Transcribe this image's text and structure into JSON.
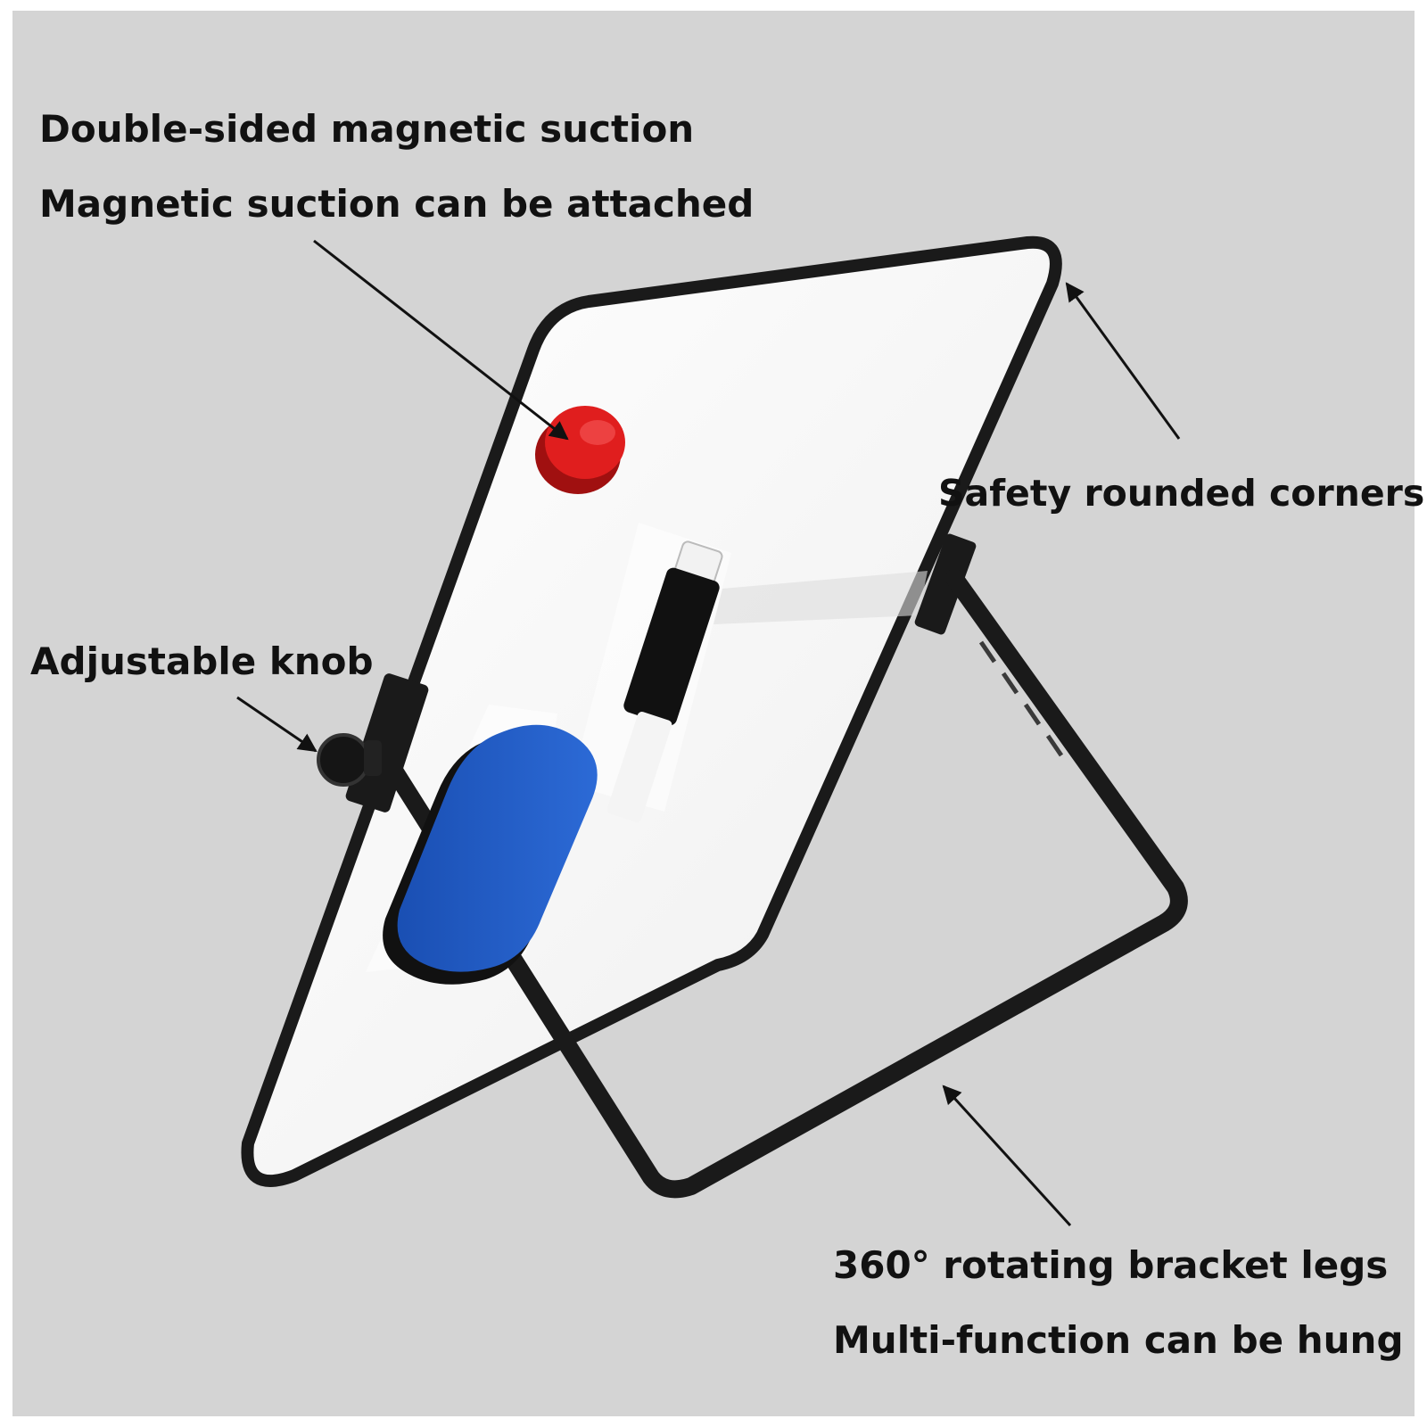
{
  "labels": {
    "magnetic_title": "Double-sided magnetic suction",
    "magnetic_sub": "Magnetic suction can be attached",
    "corners": "Safety rounded corners",
    "knob": "Adjustable knob",
    "legs_title": "360° rotating bracket legs",
    "legs_sub": "Multi-function can be hung"
  },
  "colors": {
    "background": "#d4d4d4",
    "frame": "#1a1a1a",
    "board": "#f7f7f7",
    "magnet": "#e01e1e",
    "eraser": "#1f5bc7",
    "text": "#111111"
  },
  "icons": [
    "arrow-icon",
    "magnet-icon",
    "eraser-icon",
    "marker-icon",
    "knob-icon"
  ]
}
